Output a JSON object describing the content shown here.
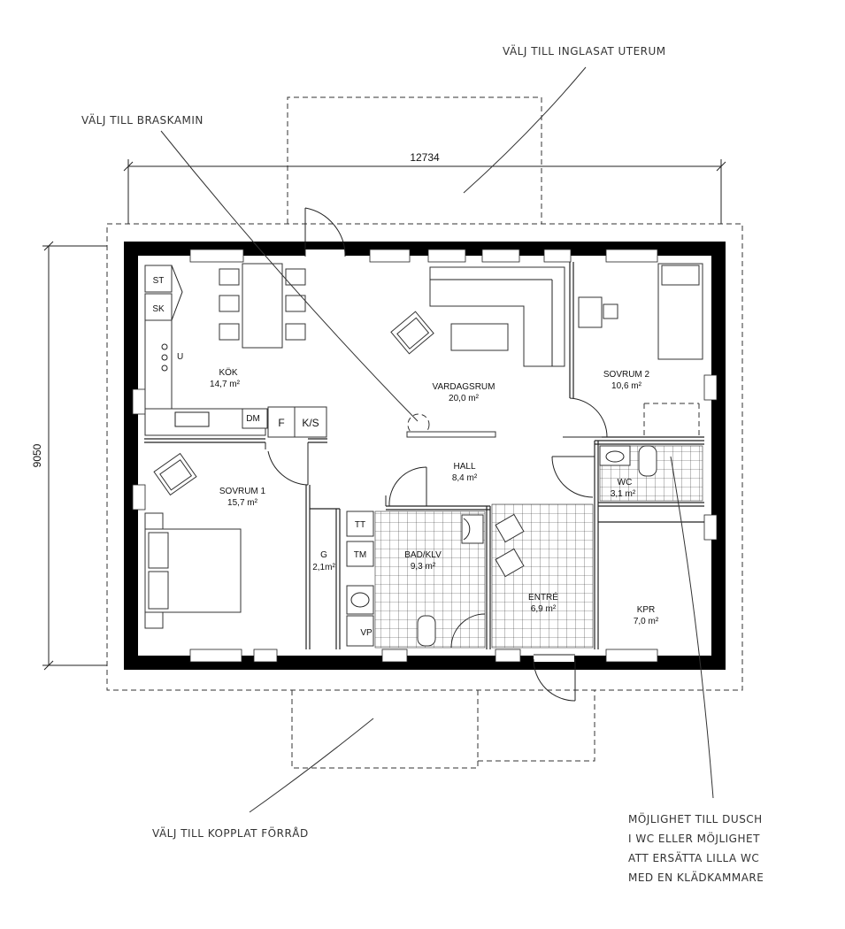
{
  "dimensions": {
    "width": "12734",
    "height": "9050"
  },
  "rooms": [
    {
      "name": "KÖK",
      "area": "14,7 m²"
    },
    {
      "name": "VARDAGSRUM",
      "area": "20,0 m²"
    },
    {
      "name": "SOVRUM 2",
      "area": "10,6 m²"
    },
    {
      "name": "WC",
      "area": "3,1 m²"
    },
    {
      "name": "HALL",
      "area": "8,4 m²"
    },
    {
      "name": "SOVRUM 1",
      "area": "15,7 m²"
    },
    {
      "name": "G",
      "area": "2,1m²"
    },
    {
      "name": "BAD/KLV",
      "area": "9,3 m²"
    },
    {
      "name": "ENTRÉ",
      "area": "6,9 m²"
    },
    {
      "name": "KPR",
      "area": "7,0 m²"
    }
  ],
  "fixtures": {
    "st": "ST",
    "sk": "SK",
    "u": "U",
    "dm": "DM",
    "f": "F",
    "ks": "K/S",
    "tt": "TT",
    "tm": "TM",
    "vp": "VP"
  },
  "annotations": {
    "uterum": "VÄLJ TILL INGLASAT UTERUM",
    "braskamin": "VÄLJ TILL BRASKAMIN",
    "forrad": "VÄLJ TILL KOPPLAT FÖRRÅD",
    "dusch": [
      "MÖJLIGHET TILL DUSCH",
      "I WC ELLER MÖJLIGHET",
      "ATT ERSÄTTA LILLA WC",
      "MED EN KLÄDKAMMARE"
    ]
  }
}
